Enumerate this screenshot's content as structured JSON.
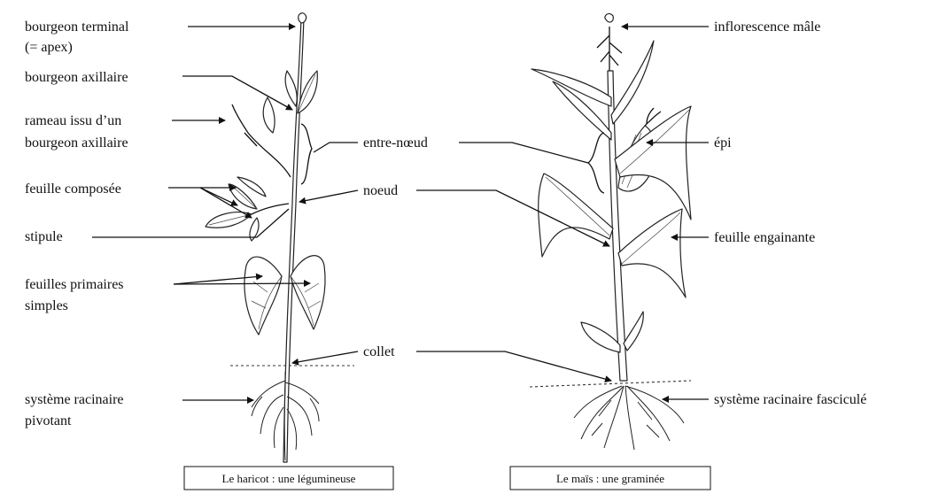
{
  "bean": {
    "labels": {
      "terminal_bud_1": "bourgeon  terminal",
      "terminal_bud_2": "(= apex)",
      "axillary_bud": "bourgeon axillaire",
      "branch_1": "rameau issu d’un",
      "branch_2": "bourgeon axillaire",
      "compound_leaf": "feuille composée",
      "stipule": "stipule",
      "primary_leaves_1": "feuilles primaires",
      "primary_leaves_2": "simples",
      "taproot_1": "système racinaire",
      "taproot_2": "pivotant"
    },
    "caption": "Le haricot : une légumineuse"
  },
  "shared": {
    "internode": "entre-nœud",
    "node": "noeud",
    "collar": "collet"
  },
  "maize": {
    "labels": {
      "male_inflorescence": "inflorescence mâle",
      "ear": "épi",
      "sheathing_leaf": "feuille engainante",
      "fibrous_roots": "système racinaire fasciculé"
    },
    "caption": "Le maïs : une graminée"
  }
}
